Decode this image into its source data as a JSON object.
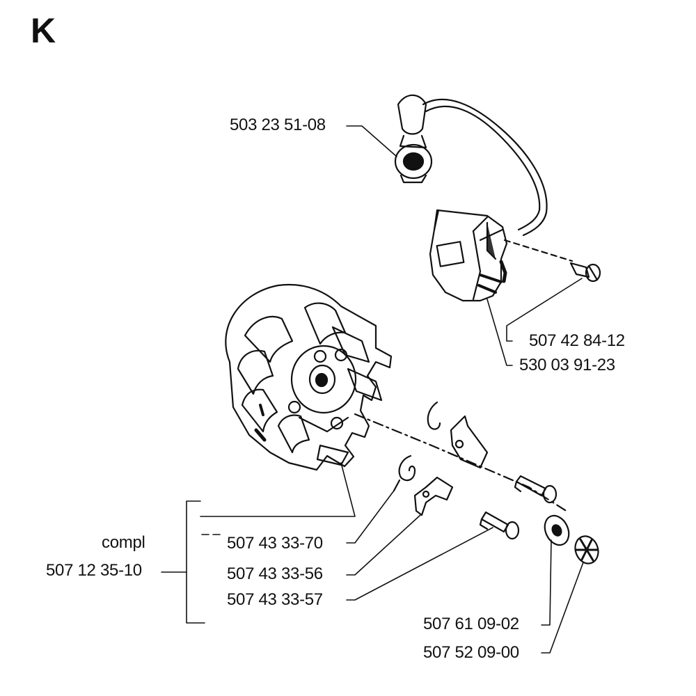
{
  "section_letter": "K",
  "parts": {
    "plug_cap": "503 23 51-08",
    "screw": "507 42 84-12",
    "ignition_module": "530 03 91-23",
    "complete_word": "compl",
    "flywheel_complete": "507 12 35-10",
    "flywheel": "507 43 33-70",
    "spring": "507 43 33-56",
    "pin": "507 43 33-57",
    "washer": "507 61 09-02",
    "nut": "507 52 09-00"
  }
}
